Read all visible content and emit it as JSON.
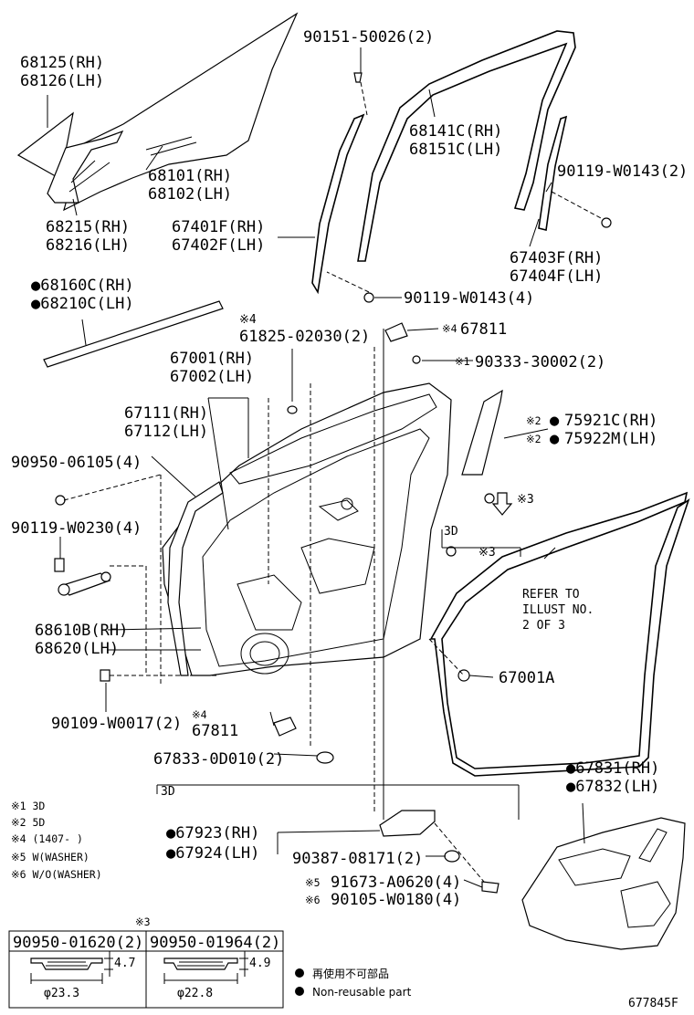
{
  "parts": {
    "glass": [
      "68125(RH)",
      "68126(LH)"
    ],
    "clip_top": "90151-50026(2)",
    "frame_mold": [
      "68141C(RH)",
      "68151C(LH)"
    ],
    "window_regulator": [
      "68101(RH)",
      "68102(LH)"
    ],
    "bolt_upper_right": "90119-W0143(2)",
    "channel_front": [
      "68215(RH)",
      "68216(LH)"
    ],
    "run_channel": [
      "67401F(RH)",
      "67402F(LH)"
    ],
    "rear_channel": [
      "67403F(RH)",
      "67404F(LH)"
    ],
    "bolt_mid": "90119-W0143(4)",
    "belt_weatherstrip": [
      "●68160C(RH)",
      "●68210C(LH)"
    ],
    "note4_plug": "※4",
    "plug": "61825-02030(2)",
    "cover": "67811",
    "cover_note": "※4",
    "screw_top": "90333-30002(2)",
    "screw_note": "※1",
    "panel": [
      "67001(RH)",
      "67002(LH)"
    ],
    "outer_panel": [
      "67111(RH)",
      "67112(LH)"
    ],
    "garnish": [
      "75921C(RH)",
      "75922M(LH)"
    ],
    "garnish_note": "※2",
    "garnish_prefix": "●",
    "hole_plug": "90950-06105(4)",
    "note3": "※3",
    "bolt_hinge": "90119-W0230(4)",
    "label_3d": "3D",
    "refer": [
      "REFER TO",
      "ILLUST NO.",
      "2 OF 3"
    ],
    "check": [
      "68610B(RH)",
      "68620(LH)"
    ],
    "weatherstrip": "67001A",
    "bolt_lower": "90109-W0017(2)",
    "cover_lower": "67811",
    "cover_lower_note": "※4",
    "grommet": "67833-0D010(2)",
    "service_hole": [
      "●67831(RH)",
      "●67832(LH)"
    ],
    "notes": [
      "※1 3D",
      "※2 5D",
      "※4 (1407-      )",
      "※5 W(WASHER)",
      "※6 W/O(WASHER)"
    ],
    "group_3d": "3D",
    "sill": [
      "●67923(RH)",
      "●67924(LH)"
    ],
    "clip_sill": "90387-08171(2)",
    "nut_a": "91673-A0620(4)",
    "nut_a_note": "※5",
    "nut_b": "90105-W0180(4)",
    "nut_b_note": "※6",
    "table_note": "※3",
    "table": [
      {
        "part": "90950-01620(2)",
        "height": "4.7",
        "diameter": "φ23.3"
      },
      {
        "part": "90950-01964(2)",
        "height": "4.9",
        "diameter": "φ22.8"
      }
    ],
    "legend_jp": "再使用不可部品",
    "legend_en": "Non-reusable part",
    "figure_id": "677845F"
  }
}
